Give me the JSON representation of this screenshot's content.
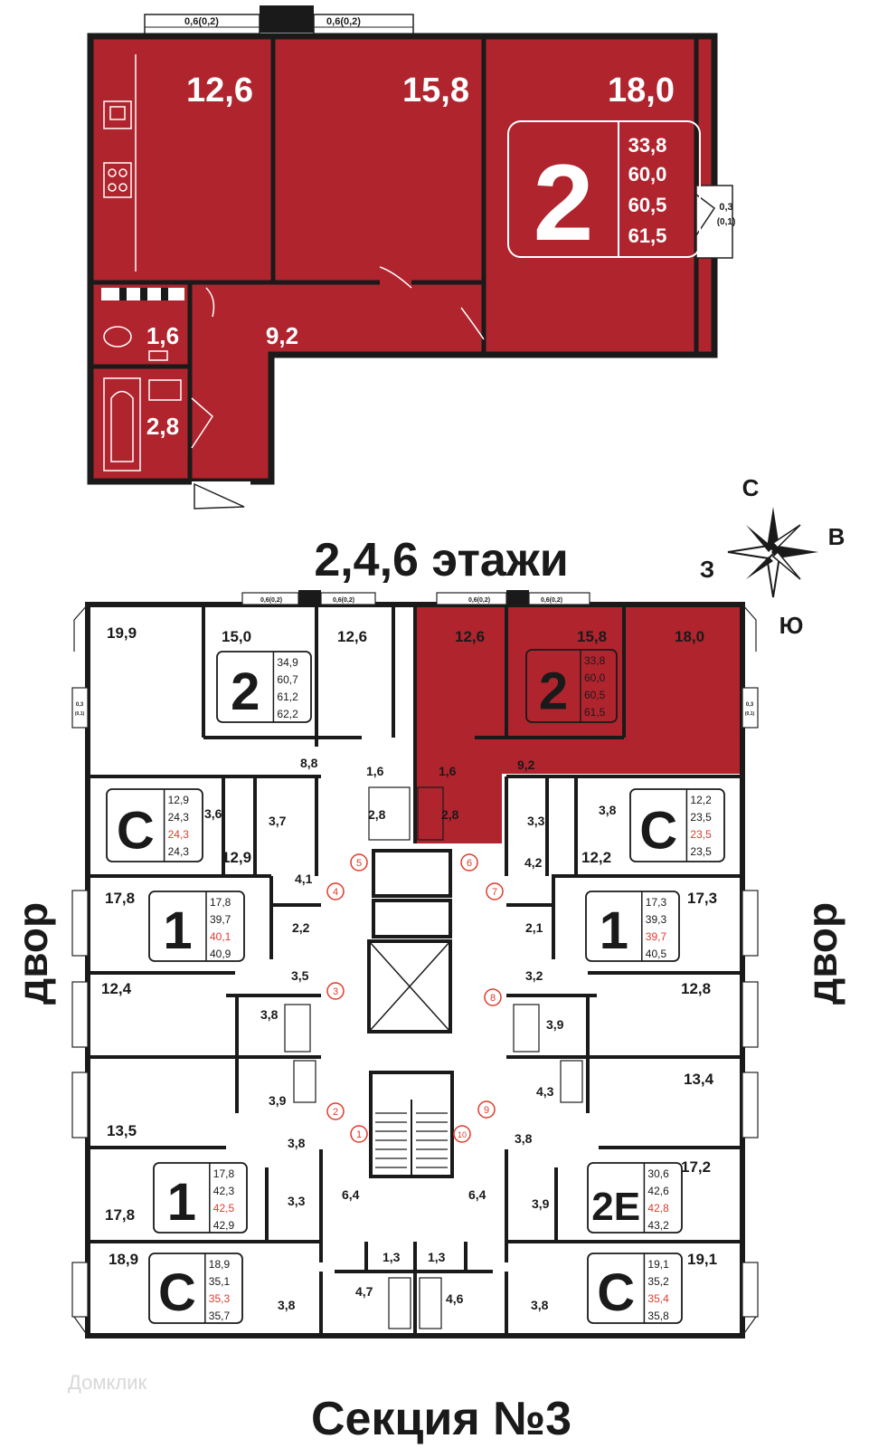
{
  "colors": {
    "accent": "#b0242e",
    "wall": "#1a1a1a",
    "marker": "#e03a2a",
    "text": "#1a1a1a"
  },
  "top_plan": {
    "balconies": [
      "0,6(0,2)",
      "0,6(0,2)"
    ],
    "side_balcony": [
      "0,3",
      "(0,1)"
    ],
    "rooms": [
      "12,6",
      "15,8",
      "18,0",
      "1,6",
      "9,2",
      "2,8"
    ],
    "badge": {
      "rooms": "2",
      "areas": [
        "33,8",
        "60,0",
        "60,5",
        "61,5"
      ]
    }
  },
  "floors_title": "2,4,6 этажи",
  "compass": {
    "n": "С",
    "e": "В",
    "s": "Ю",
    "w": "З"
  },
  "side_labels": {
    "left": "двор",
    "right": "двор"
  },
  "footer_title": "Секция №3",
  "watermark": "Домклик",
  "balcony_small": "0,6(0,2)",
  "balcony_side": [
    "0,3",
    "(0,1)"
  ],
  "apartments": [
    {
      "id": "A1",
      "type": "2",
      "areas": [
        "34,9",
        "60,7",
        "61,2",
        "62,2"
      ]
    },
    {
      "id": "A2",
      "type": "2",
      "areas": [
        "33,8",
        "60,0",
        "60,5",
        "61,5"
      ]
    },
    {
      "id": "A3",
      "type": "С",
      "areas": [
        "12,9",
        "24,3",
        "24,3",
        "24,3"
      ]
    },
    {
      "id": "A4",
      "type": "С",
      "areas": [
        "12,2",
        "23,5",
        "23,5",
        "23,5"
      ]
    },
    {
      "id": "A5",
      "type": "1",
      "areas": [
        "17,8",
        "39,7",
        "40,1",
        "40,9"
      ]
    },
    {
      "id": "A6",
      "type": "1",
      "areas": [
        "17,3",
        "39,3",
        "39,7",
        "40,5"
      ]
    },
    {
      "id": "A7",
      "type": "1",
      "areas": [
        "17,8",
        "42,3",
        "42,5",
        "42,9"
      ]
    },
    {
      "id": "A8",
      "type": "2Е",
      "areas": [
        "30,6",
        "42,6",
        "42,8",
        "43,2"
      ]
    },
    {
      "id": "A9",
      "type": "С",
      "areas": [
        "18,9",
        "35,1",
        "35,3",
        "35,7"
      ]
    },
    {
      "id": "A10",
      "type": "С",
      "areas": [
        "19,1",
        "35,2",
        "35,4",
        "35,8"
      ]
    }
  ],
  "room_areas": {
    "r19_9": "19,9",
    "r15_0": "15,0",
    "r12_6a": "12,6",
    "r12_6b": "12,6",
    "r15_8": "15,8",
    "r18_0": "18,0",
    "r8_8": "8,8",
    "r1_6a": "1,6",
    "r1_6b": "1,6",
    "r9_2": "9,2",
    "r2_8a": "2,8",
    "r2_8b": "2,8",
    "r3_6": "3,6",
    "r3_7": "3,7",
    "r12_9": "12,9",
    "r3_3a": "3,3",
    "r3_8a": "3,8",
    "r12_2": "12,2",
    "r4_1": "4,1",
    "r4_2": "4,2",
    "r17_8a": "17,8",
    "r17_3": "17,3",
    "r2_2": "2,2",
    "r2_1": "2,1",
    "r3_5": "3,5",
    "r3_2": "3,2",
    "r12_4": "12,4",
    "r12_8": "12,8",
    "r3_8b": "3,8",
    "r3_9a": "3,9",
    "r3_9b": "3,9",
    "r4_3": "4,3",
    "r13_4": "13,4",
    "r13_5": "13,5",
    "r3_8c": "3,8",
    "r3_8d": "3,8",
    "r17_8b": "17,8",
    "r17_2": "17,2",
    "r3_3b": "3,3",
    "r6_4a": "6,4",
    "r6_4b": "6,4",
    "r3_9c": "3,9",
    "r18_9": "18,9",
    "r19_1": "19,1",
    "r1_3a": "1,3",
    "r1_3b": "1,3",
    "r4_7": "4,7",
    "r4_6": "4,6",
    "r3_8e": "3,8",
    "r3_8f": "3,8"
  },
  "markers": [
    "1",
    "2",
    "3",
    "4",
    "5",
    "6",
    "7",
    "8",
    "9",
    "10"
  ]
}
